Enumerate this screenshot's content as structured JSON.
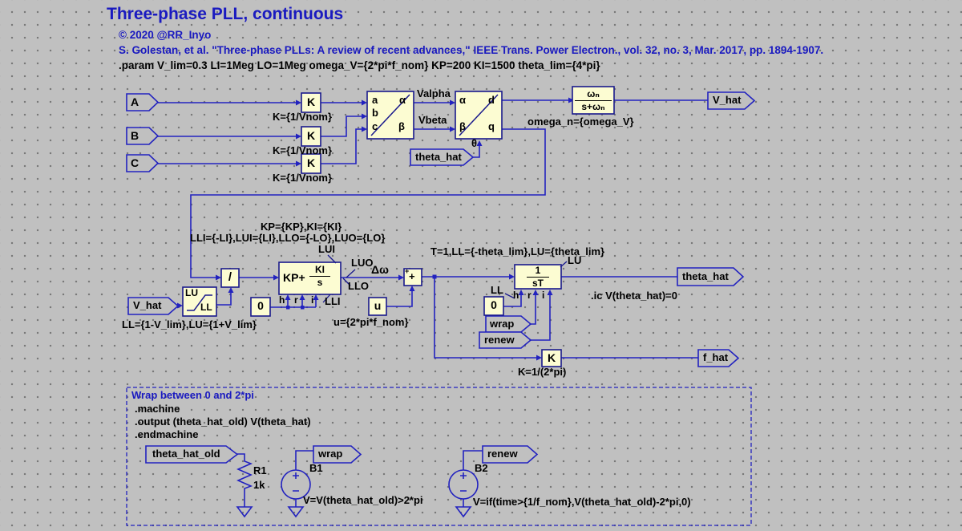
{
  "header": {
    "title": "Three-phase PLL, continuous",
    "copyright": "© 2020 @RR_Inyo",
    "reference": "S. Golestan, et al. \"Three-phase PLLs: A review of recent advances,\" IEEE Trans. Power Electron., vol. 32, no. 3, Mar. 2017, pp. 1894-1907.",
    "param_directive": ".param V_lim=0.3 LI=1Meg LO=1Meg omega_V={2*pi*f_nom} KP=200 KI=1500 theta_lim={4*pi}"
  },
  "ports": {
    "in_a": "A",
    "in_b": "B",
    "in_c": "C",
    "out_v_hat": "V_hat",
    "in_theta_hat": "theta_hat",
    "in_v_hat": "V_hat",
    "out_theta_hat": "theta_hat",
    "out_f_hat": "f_hat",
    "in_wrap": "wrap",
    "in_renew": "renew",
    "out_theta_hat_old": "theta_hat_old",
    "out_wrap": "wrap",
    "out_renew": "renew"
  },
  "abc_block": {
    "a": "a",
    "b": "b",
    "c": "c",
    "alpha": "α",
    "beta": "β"
  },
  "dq_block": {
    "alpha": "α",
    "beta": "β",
    "d": "d",
    "q": "q",
    "theta": "θ"
  },
  "gains": {
    "k": "K",
    "k1_value": "K={1/Vnom}",
    "k2_value": "K={1/Vnom}",
    "k3_value": "K={1/Vnom}",
    "kf_value": "K=1/(2*pi)"
  },
  "signals": {
    "valpha": "Valpha",
    "vbeta": "Vbeta",
    "delta_omega": "Δω",
    "omega_n": "omega_n={omega_V}"
  },
  "lpf": {
    "num": "ωₙ",
    "den": "s+ωₙ"
  },
  "pi": {
    "kp": "KP+",
    "ki": "KI",
    "s": "s",
    "params1": "KP={KP},KI={KI}",
    "params2": "LLI={-LI},LUI={LI},LLO={-LO},LUO={LO}",
    "lui": "LUI",
    "luo": "LUO",
    "llo": "LLO",
    "lli": "LLI",
    "h": "h",
    "r": "r",
    "i": "i"
  },
  "divide": "/",
  "limiter": {
    "lu": "LU",
    "ll": "LL",
    "params": "LL={1-V_lim},LU={1+V_lim}"
  },
  "consts": {
    "zero1": "0",
    "zero2": "0",
    "u": "u",
    "u_value": "u={2*pi*f_nom}"
  },
  "summer": {
    "plus_top": "+",
    "plus_mid": "+"
  },
  "integrator": {
    "num": "1",
    "den": "sT",
    "params": "T=1,LL={-theta_lim},LU={theta_lim}",
    "lu": "LU",
    "ll": "LL",
    "h": "h",
    "r": "r",
    "i": "i",
    "ic": ".ic V(theta_hat)=0"
  },
  "wrap_box": {
    "title": "Wrap between 0 and 2*pi",
    "machine": ".machine",
    "output": ".output (theta_hat_old) V(theta_hat)",
    "endmachine": ".endmachine",
    "r1": {
      "name": "R1",
      "value": "1k"
    },
    "b1": {
      "name": "B1",
      "value": "V=V(theta_hat_old)>2*pi"
    },
    "b2": {
      "name": "B2",
      "value": "V=if(time>{1/f_nom},V(theta_hat_old)-2*pi,0)"
    }
  },
  "colors": {
    "background": "#c0c0c0",
    "wire": "#2222bf",
    "block_border": "#19198c",
    "block_fill": "#fcfcd2",
    "text_blue": "#1a1ac0"
  }
}
